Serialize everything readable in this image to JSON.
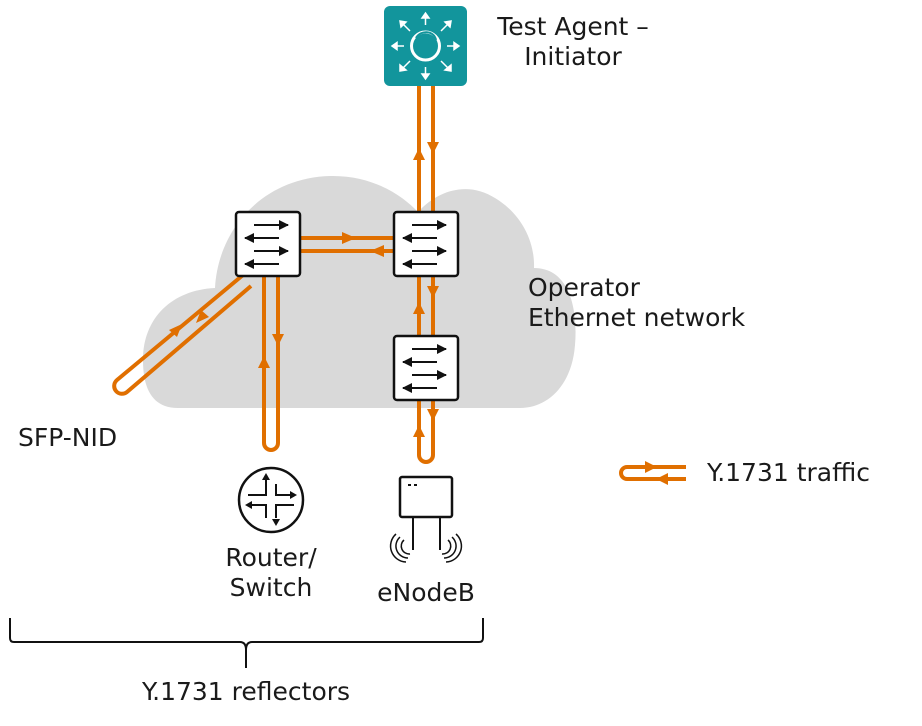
{
  "title": "Y.1731 traffic flow diagram",
  "colors": {
    "traffic": "#E06F00",
    "agent": "#12959C",
    "cloud": "#D9D9D9",
    "device_stroke": "#111111"
  },
  "nodes": {
    "test_agent": {
      "label_line1": "Test Agent –",
      "label_line2": "Initiator",
      "icon": "test-agent-icon"
    },
    "cloud": {
      "label_line1": "Operator",
      "label_line2": "Ethernet network"
    },
    "switches": [
      {
        "id": "switch-left",
        "icon": "ethernet-switch-icon"
      },
      {
        "id": "switch-right-top",
        "icon": "ethernet-switch-icon"
      },
      {
        "id": "switch-right-bottom",
        "icon": "ethernet-switch-icon"
      }
    ],
    "sfp_nid": {
      "label": "SFP-NID"
    },
    "router": {
      "label_line1": "Router/",
      "label_line2": "Switch",
      "icon": "router-icon"
    },
    "enodeb": {
      "label": "eNodeB",
      "icon": "enodeb-icon"
    }
  },
  "group": {
    "label": "Y.1731 reflectors"
  },
  "legend": {
    "label": "Y.1731 traffic",
    "icon": "traffic-loop-icon"
  }
}
